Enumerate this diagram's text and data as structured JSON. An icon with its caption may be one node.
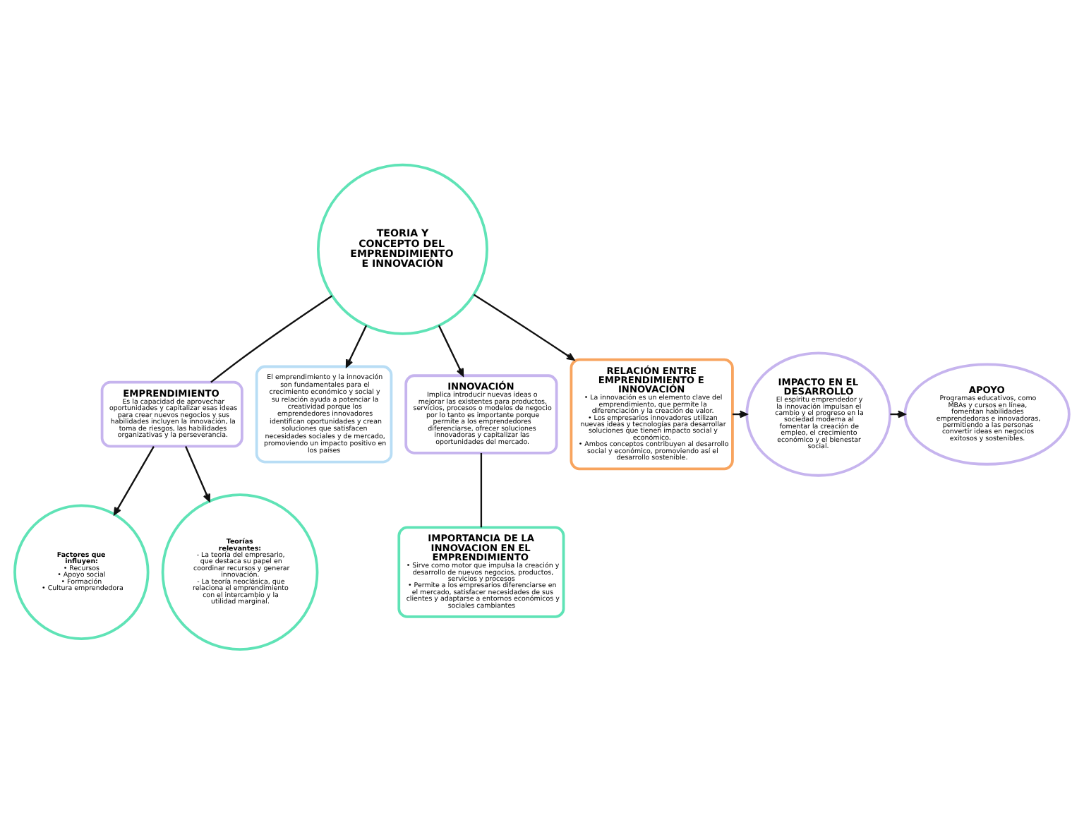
{
  "diagram": {
    "nodes": [
      {
        "text": [
          "TEORIA Y CONCEPTO DEL EMPRENDIMIENTO E INNOVACIÓN"
        ]
      },
      {
        "text": [
          "EMPRENDIMIENTO",
          "Es la capacidad de aprovechar oportunidades y capitalizar esas ideas para crear nuevos negocios y sus habilidades incluyen la innovación, la toma de riesgos, las habilidades organizativas y la perseverancia."
        ]
      },
      {
        "text": [
          "El emprendimiento y la innovación son fundamentales para el crecimiento económico y social y su relación ayuda a potenciar la creatividad porque los emprendedores innovadores identifican oportunidades y crean soluciones que satisfacen necesidades sociales y de mercado, promoviendo un impacto positivo en los países"
        ]
      },
      {
        "text": [
          "INNOVACIÓN",
          "Implica introducir nuevas ideas o mejorar las existentes para productos, servicios, procesos o modelos de negocio por lo tanto es importante porque permite a los emprendedores diferenciarse, ofrecer soluciones innovadoras y capitalizar las oportunidades del mercado."
        ]
      },
      {
        "text": [
          "Factores que influyen:",
          "• Recursos",
          "• Apoyo social",
          "• Formación",
          "• Cultura emprendedora"
        ]
      },
      {
        "text": [
          "Teorías relevantes:",
          "- La teoría del empresario, que destaca su papel en coordinar recursos y generar innovación.",
          "- La teoría neoclásica, que relaciona el emprendimiento con el intercambio y la utilidad marginal."
        ]
      },
      {
        "text": [
          "IMPORTANCIA DE LA INNOVACION EN EL EMPRENDIMIENTO",
          "• Sirve como motor que impulsa la creación y desarrollo de nuevos negocios, productos, servicios y procesos",
          "• Permite a los empresarios diferenciarse en el mercado, satisfacer necesidades de sus clientes y adaptarse a entornos económicos y sociales cambiantes"
        ]
      },
      {
        "text": [
          "RELACIÓN ENTRE EMPRENDIMIENTO E INNOVACIÓN",
          "• La innovación es un elemento clave del emprendimiento, que permite la diferenciación y la creación de valor.",
          "• Los empresarios innovadores utilizan nuevas ideas y tecnologías para desarrollar soluciones que tienen impacto social y económico.",
          "• Ambos conceptos contribuyen al desarrollo social y económico, promoviendo así el desarrollo sostenible."
        ]
      },
      {
        "text": [
          "IMPACTO EN EL DESARROLLO",
          "El espíritu emprendedor y la innovación impulsan el cambio y el progreso en la sociedad moderna al fomentar la creación de empleo, el crecimiento económico y el bienestar social."
        ]
      },
      {
        "text": [
          "APOYO",
          "Programas educativos, como MBAs y cursos en línea, fomentan habilidades emprendedoras e innovadoras, permitiendo a las personas convertir ideas en negocios exitosos y sostenibles."
        ]
      }
    ],
    "edges": [
      {
        "from": 0,
        "to": 1,
        "arrow": "none"
      },
      {
        "from": 0,
        "to": 2,
        "arrow": "to"
      },
      {
        "from": 0,
        "to": 3,
        "arrow": "to"
      },
      {
        "from": 0,
        "to": 7,
        "arrow": "to"
      },
      {
        "from": 1,
        "to": 4,
        "arrow": "to"
      },
      {
        "from": 1,
        "to": 5,
        "arrow": "to"
      },
      {
        "from": 3,
        "to": 6,
        "arrow": "none"
      },
      {
        "from": 7,
        "to": 8,
        "arrow": "to"
      },
      {
        "from": 8,
        "to": 9,
        "arrow": "to"
      }
    ]
  }
}
